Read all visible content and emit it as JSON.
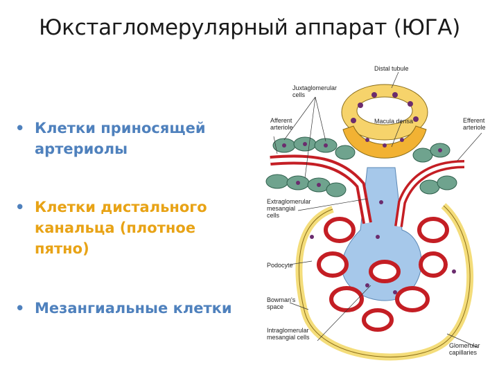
{
  "title": "Юкстагломерулярный аппарат (ЮГА)",
  "bullets": [
    {
      "marker": "•",
      "text": "Клетки приносящей артериолы"
    },
    {
      "marker": "•",
      "text": "Клетки дистального канальца (плотное пятно)"
    },
    {
      "marker": "•",
      "text": "Мезангиальные клетки"
    }
  ],
  "diagram": {
    "labels": {
      "distal_tubule": "Distal tubule",
      "jg_cells_1": "Juxtaglomerular",
      "jg_cells_2": "cells",
      "afferent_1": "Afferent",
      "afferent_2": "arteriole",
      "macula_densa": "Macula densa",
      "efferent_1": "Efferent",
      "efferent_2": "arteriole",
      "extraglom_1": "Extraglomerular",
      "extraglom_2": "mesangial",
      "extraglom_3": "cells",
      "podocyte": "Podocyte",
      "bowmans_1": "Bowman's",
      "bowmans_2": "space",
      "intraglom_1": "Intraglomerular",
      "intraglom_2": "mesangial cells",
      "glom_cap_1": "Glomerular",
      "glom_cap_2": "capillaries"
    },
    "colors": {
      "tubule": "#f6d36b",
      "macula": "#f2b233",
      "vessel_wall": "#c41e24",
      "jg_cell": "#6fa38e",
      "mesangial": "#a6c8ea",
      "capsule": "#f4dd7a",
      "nucleus": "#6b2c6e"
    }
  }
}
